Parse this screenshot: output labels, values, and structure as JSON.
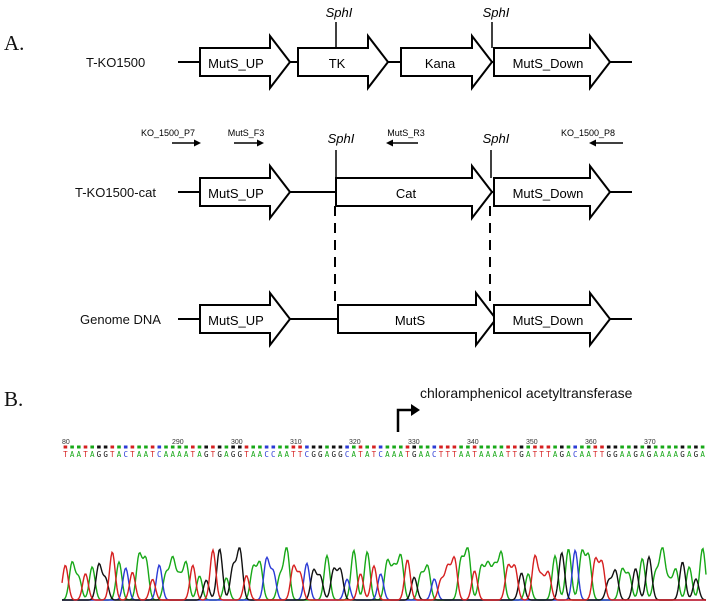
{
  "panels": {
    "a_label": "A.",
    "b_label": "B."
  },
  "constructs": [
    {
      "label": "T-KO1500",
      "genes": [
        "MutS_UP",
        "TK",
        "Kana",
        "MutS_Down"
      ]
    },
    {
      "label": "T-KO1500-cat",
      "genes": [
        "MutS_UP",
        "Cat",
        "MutS_Down"
      ]
    },
    {
      "label": "Genome DNA",
      "genes": [
        "MutS_UP",
        "MutS",
        "MutS_Down"
      ]
    }
  ],
  "restriction_site": "SphI",
  "primers": [
    {
      "name": "KO_1500_P7",
      "direction": "forward"
    },
    {
      "name": "MutS_F3",
      "direction": "forward"
    },
    {
      "name": "MutS_R3",
      "direction": "reverse"
    },
    {
      "name": "KO_1500_P8",
      "direction": "reverse"
    }
  ],
  "chromatogram": {
    "annotation": "chloramphenicol acetyltransferase",
    "position_labels": [
      "80",
      "290",
      "300",
      "310",
      "320",
      "330",
      "340",
      "350",
      "360",
      "370"
    ],
    "sequence": "TAATAGGTACTAATCAAAATAGTGAGGTAACCAATTCGGAGGCATATCAAATGAACTTTAATAAAATTGATTTAGACAATTGGAAGAGAAAAGAGA",
    "colors": {
      "A": "#18a818",
      "C": "#2b3bd6",
      "G": "#111111",
      "T": "#d62020"
    }
  }
}
